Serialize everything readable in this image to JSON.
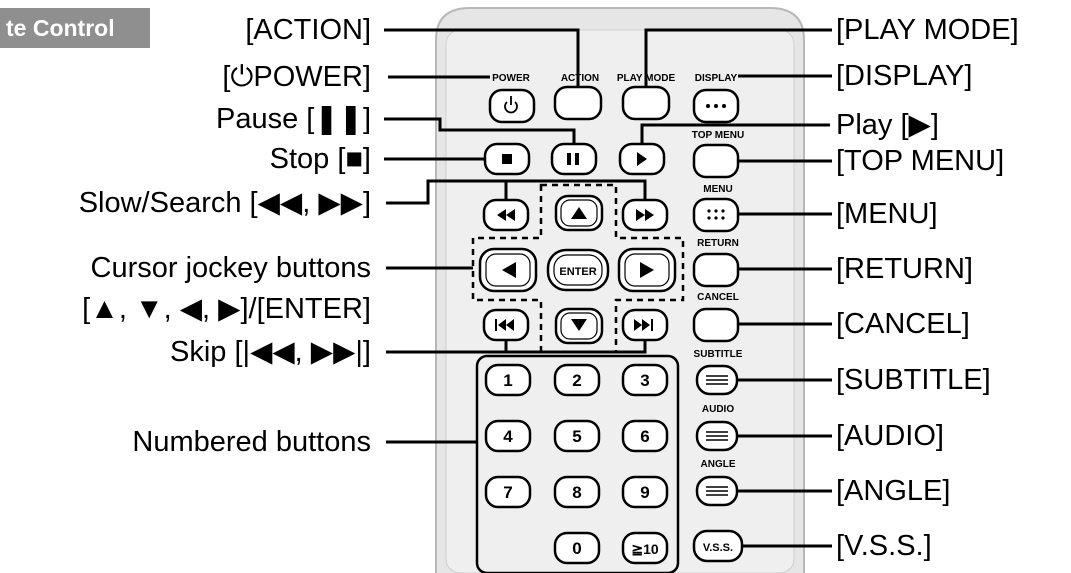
{
  "header": {
    "text": "te Control"
  },
  "left_labels": [
    {
      "id": "action",
      "text": "[ACTION]"
    },
    {
      "id": "power",
      "text": "[⏻POWER]"
    },
    {
      "id": "pause",
      "text": "Pause [❚❚]"
    },
    {
      "id": "stop",
      "text": "Stop [■]"
    },
    {
      "id": "slow-search",
      "text": "Slow/Search [◀◀, ▶▶]"
    },
    {
      "id": "cursor-1",
      "text": "Cursor jockey buttons"
    },
    {
      "id": "cursor-2",
      "text": "[▲, ▼, ◀, ▶]/[ENTER]"
    },
    {
      "id": "skip",
      "text": "Skip [|◀◀, ▶▶|]"
    },
    {
      "id": "numbered",
      "text": "Numbered buttons"
    }
  ],
  "right_labels": [
    {
      "id": "play-mode",
      "text": "[PLAY MODE]"
    },
    {
      "id": "display",
      "text": "[DISPLAY]"
    },
    {
      "id": "play",
      "text": "Play [▶]"
    },
    {
      "id": "top-menu",
      "text": "[TOP MENU]"
    },
    {
      "id": "menu",
      "text": "[MENU]"
    },
    {
      "id": "return",
      "text": "[RETURN]"
    },
    {
      "id": "cancel",
      "text": "[CANCEL]"
    },
    {
      "id": "subtitle",
      "text": "[SUBTITLE]"
    },
    {
      "id": "audio",
      "text": "[AUDIO]"
    },
    {
      "id": "angle",
      "text": "[ANGLE]"
    },
    {
      "id": "vss",
      "text": "[V.S.S.]"
    }
  ],
  "remote": {
    "top_labels": {
      "power": "POWER",
      "action": "ACTION",
      "play_mode": "PLAY MODE",
      "display": "DISPLAY"
    },
    "side_labels": {
      "top_menu": "TOP MENU",
      "menu": "MENU",
      "return": "RETURN",
      "cancel": "CANCEL",
      "subtitle": "SUBTITLE",
      "audio": "AUDIO",
      "angle": "ANGLE"
    },
    "enter": "ENTER",
    "vss": "V.S.S.",
    "numbers": [
      "1",
      "2",
      "3",
      "4",
      "5",
      "6",
      "7",
      "8",
      "9",
      "0",
      "≧10"
    ]
  }
}
